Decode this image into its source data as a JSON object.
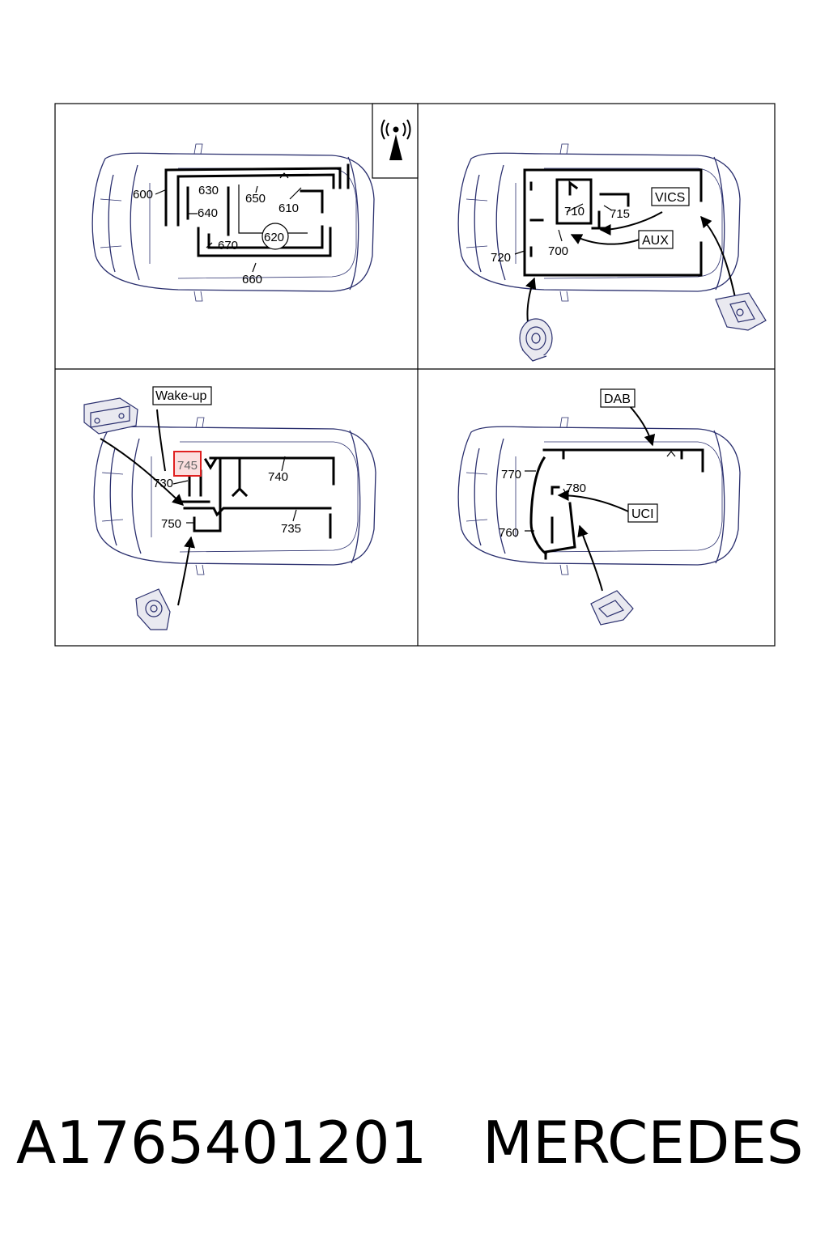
{
  "panel_1": {
    "labels": [
      "600",
      "630",
      "640",
      "650",
      "610",
      "620",
      "670",
      "660"
    ]
  },
  "panel_2": {
    "labels": [
      "710",
      "715",
      "700",
      "720"
    ],
    "boxes": [
      "VICS",
      "AUX"
    ]
  },
  "panel_3": {
    "labels": [
      "745",
      "730",
      "740",
      "750",
      "735"
    ],
    "boxes": [
      "Wake-up"
    ]
  },
  "panel_4": {
    "labels": [
      "780",
      "770",
      "760"
    ],
    "boxes": [
      "DAB",
      "UCI"
    ]
  },
  "footer": {
    "part_number": "A1765401201",
    "brand": "MERCEDES"
  },
  "colors": {
    "car_outline": "#2a2f6e",
    "harness": "#000000",
    "highlight": "#e02020"
  },
  "icons": [
    "antenna-icon"
  ]
}
